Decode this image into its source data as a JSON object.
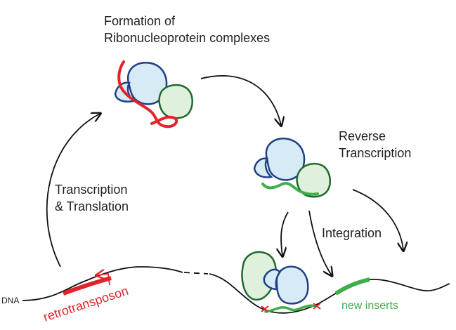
{
  "labels": {
    "title_line1": "Formation of",
    "title_line2": "Ribonucleoprotein complexes",
    "rt_line1": "Reverse",
    "rt_line2": "Transcription",
    "tt_line1": "Transcription",
    "tt_line2": "& Translation",
    "integration": "Integration",
    "dna": "DNA",
    "retrotransposon": "retrotransposon",
    "new_inserts": "new inserts"
  },
  "colors": {
    "protein_blue_fill": "#d6ebf6",
    "protein_blue_stroke": "#1f3f86",
    "protein_green_fill": "#dff0dd",
    "protein_green_stroke": "#1f6b2c",
    "rna_red": "#e2232a",
    "cdna_green": "#3dae49",
    "insert_green": "#3fae49",
    "line": "#111111"
  }
}
